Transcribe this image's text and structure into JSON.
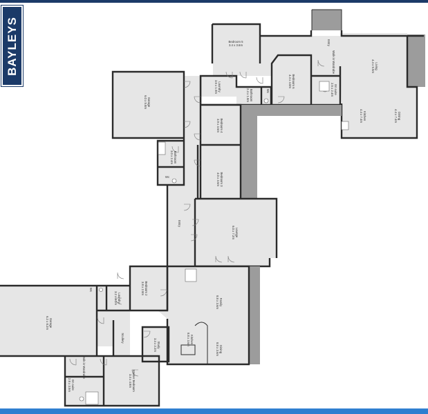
{
  "brand": {
    "logo_text": "BAYLEYS"
  },
  "colors": {
    "brand_navy": "#1b3a68",
    "accent_blue": "#2f7fd0",
    "floor": "#e6e6e6",
    "wall": "#2a2a2a",
    "deck": "#9c9c9c"
  },
  "rooms": [
    {
      "name": "Bedroom 5",
      "dims": "3.4 x 3.6m"
    },
    {
      "name": "Entry",
      "dims": ""
    },
    {
      "name": "Living",
      "dims": "4.4 x 5.5m"
    },
    {
      "name": "Walk in Wardrobe",
      "dims": ""
    },
    {
      "name": "Bedroom 6",
      "dims": "4.4 x 4.0m"
    },
    {
      "name": "Laundry",
      "dims": "3.5 x 1.9m"
    },
    {
      "name": "Bathroom",
      "dims": "2.4 x 1.8m"
    },
    {
      "name": "Wc",
      "dims": ""
    },
    {
      "name": "En suite",
      "dims": "2.5 x 2.4m"
    },
    {
      "name": "Kitchen",
      "dims": "4.4 x 7.4m"
    },
    {
      "name": "Dining",
      "dims": "4.4 x 7.4m"
    },
    {
      "name": "Garage",
      "dims": "6.0 x 5.8m"
    },
    {
      "name": "Bedroom 4",
      "dims": "3.9 x 3.6m"
    },
    {
      "name": "Bathroom",
      "dims": "3.0 x 2.4m"
    },
    {
      "name": "Wc",
      "dims": ""
    },
    {
      "name": "Bedroom 3",
      "dims": "4.0 x 3.6m"
    },
    {
      "name": "Entry",
      "dims": ""
    },
    {
      "name": "Lounge",
      "dims": "6.0 x 7.2m"
    },
    {
      "name": "Bedroom 2",
      "dims": "3.8 x 2.8m"
    },
    {
      "name": "Wc",
      "dims": ""
    },
    {
      "name": "Laundry",
      "dims": "3.2 x 2.2m"
    },
    {
      "name": "Family",
      "dims": "8.8 x 3.6m"
    },
    {
      "name": "Garage",
      "dims": "6.2 x 8.2m"
    },
    {
      "name": "Scullery",
      "dims": ""
    },
    {
      "name": "Kitchen",
      "dims": "8.8 x 3.6m"
    },
    {
      "name": "Study",
      "dims": "3.4 x 2.2m"
    },
    {
      "name": "Dining",
      "dims": "8.8 x 3.6m"
    },
    {
      "name": "Walk in Wardrobe",
      "dims": ""
    },
    {
      "name": "En suite",
      "dims": "2.8 x 3.5m"
    },
    {
      "name": "Master Bedroom",
      "dims": "3.4 x 4.8m"
    }
  ]
}
